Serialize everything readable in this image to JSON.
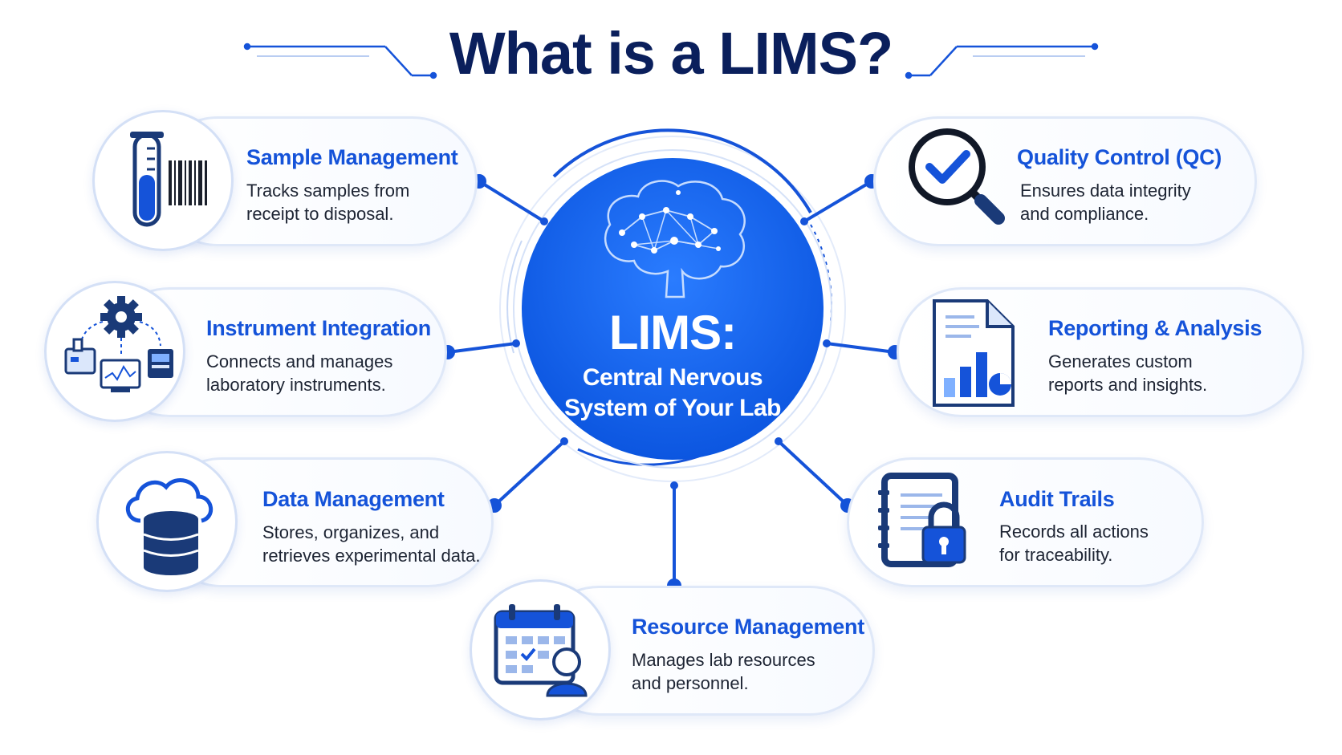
{
  "title": "What is a LIMS?",
  "hub": {
    "title": "LIMS:",
    "subtitle_line1": "Central Nervous",
    "subtitle_line2": "System of Your Lab"
  },
  "features": {
    "sample": {
      "title": "Sample Management",
      "line1": "Tracks samples from",
      "line2": "receipt to disposal.",
      "icon": "test-tube-barcode-icon"
    },
    "instrument": {
      "title": "Instrument Integration",
      "line1": "Connects and manages",
      "line2": "laboratory instruments.",
      "icon": "gear-instruments-icon"
    },
    "data": {
      "title": "Data Management",
      "line1": "Stores, organizes, and",
      "line2": "retrieves experimental data.",
      "icon": "cloud-database-icon"
    },
    "resource": {
      "title": "Resource Management",
      "line1": "Manages lab resources",
      "line2": "and personnel.",
      "icon": "calendar-person-icon"
    },
    "quality": {
      "title": "Quality Control (QC)",
      "line1": "Ensures data integrity",
      "line2": "and compliance.",
      "icon": "magnifier-check-icon"
    },
    "reporting": {
      "title": "Reporting & Analysis",
      "line1": "Generates custom",
      "line2": "reports and insights.",
      "icon": "report-chart-icon"
    },
    "audit": {
      "title": "Audit Trails",
      "line1": "Records all actions",
      "line2": "for traceability.",
      "icon": "notebook-lock-icon"
    }
  },
  "colors": {
    "accent": "#1553d9",
    "hub": "#1060ec",
    "title": "#0a1f5c",
    "navy": "#1a3a78"
  }
}
